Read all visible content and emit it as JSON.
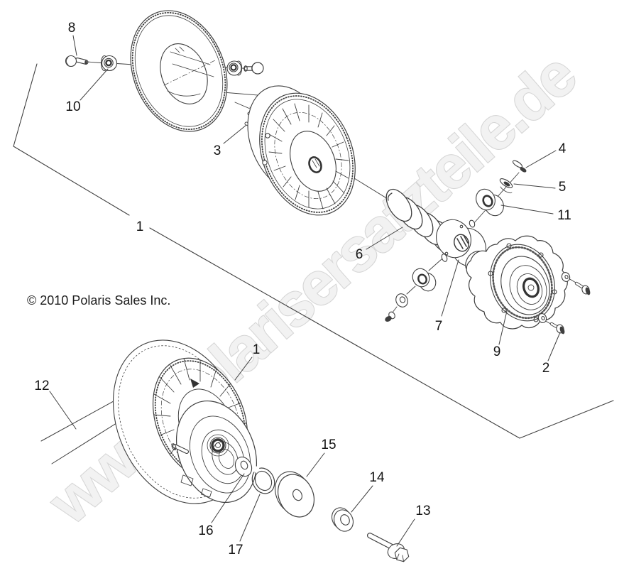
{
  "watermark": {
    "text": "www.polarisersatzteile.de",
    "fill": "#f2f2f2",
    "outline": "#d6d6d6"
  },
  "copyright": {
    "text": "© 2010 Polaris Sales Inc."
  },
  "diagram": {
    "description": "Exploded parts diagram of a Polaris driven clutch assembly",
    "line_color": "#3f3f3f",
    "label_color": "#141414"
  },
  "callouts": {
    "c1_upper": "1",
    "c1_lower": "1",
    "c2": "2",
    "c3": "3",
    "c4": "4",
    "c5": "5",
    "c6": "6",
    "c7": "7",
    "c8": "8",
    "c9": "9",
    "c10": "10",
    "c11": "11",
    "c12": "12",
    "c13": "13",
    "c14": "14",
    "c15": "15",
    "c16": "16",
    "c17": "17"
  }
}
